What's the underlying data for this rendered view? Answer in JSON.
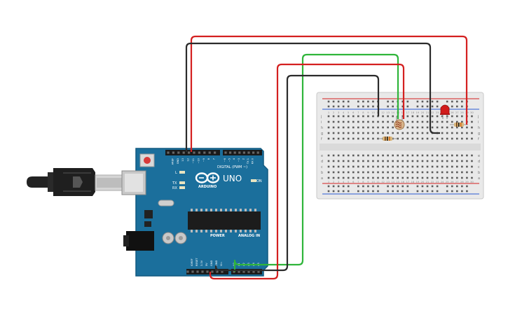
{
  "board": {
    "logo_text": "UNO",
    "brand_text": "ARDUINO",
    "digital_header_label": "DIGITAL (PWM ~)",
    "power_label": "POWER",
    "analog_label": "ANALOG IN",
    "on_label": "ON",
    "tx_label": "TX",
    "rx_label": "RX",
    "l_label": "L",
    "top_pin_labels": [
      "AREF",
      "GND",
      "13",
      "12",
      "~11",
      "~10",
      "~9",
      "8",
      "7",
      "~6",
      "~5",
      "4",
      "~3",
      "2",
      "TX 1",
      "RX 0"
    ],
    "power_pin_labels": [
      "IOREF",
      "RESET",
      "3.3V",
      "5V",
      "GND",
      "GND",
      "Vin"
    ],
    "analog_pin_labels": [
      "A0",
      "A1",
      "A2",
      "A3",
      "A4",
      "A5"
    ]
  },
  "breadboard": {
    "row_letters_top": [
      "j",
      "i",
      "h",
      "g",
      "f"
    ],
    "row_letters_bottom": [
      "e",
      "d",
      "c",
      "b",
      "a"
    ],
    "columns": 30
  },
  "components": {
    "led": "red-led",
    "photoresistor": "photoresistor",
    "resistor_1": "resistor",
    "resistor_2": "resistor"
  },
  "colors": {
    "board": "#1b6f9c",
    "board_dark": "#12597f",
    "wire_red": "#d42020",
    "wire_black": "#2b2b2b",
    "wire_green": "#2fb53a",
    "breadboard": "#e9e9e9",
    "led": "#d21b1b"
  }
}
